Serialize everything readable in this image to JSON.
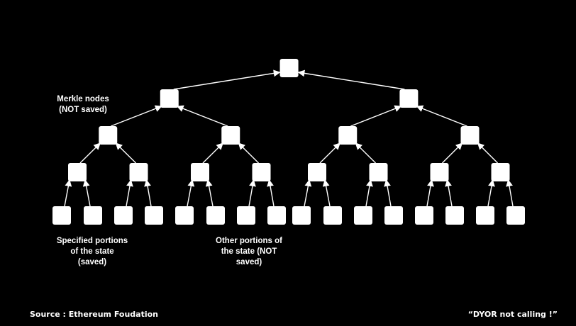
{
  "labels": {
    "merkle_nodes": [
      "Merkle nodes",
      "(NOT saved)"
    ],
    "specified_portions": [
      "Specified portions",
      "of the state",
      "(saved)"
    ],
    "other_portions": [
      "Other portions of",
      "the state (NOT",
      "saved)"
    ]
  },
  "footer": {
    "source": "Source : Ethereum Foudation",
    "disclaimer": "“DYOR  not calling !”"
  },
  "tree": {
    "levels": 5,
    "leaf_count": 16
  },
  "colors": {
    "background": "#000000",
    "node": "#ffffff",
    "edge": "#ffffff",
    "text": "#ffffff"
  }
}
